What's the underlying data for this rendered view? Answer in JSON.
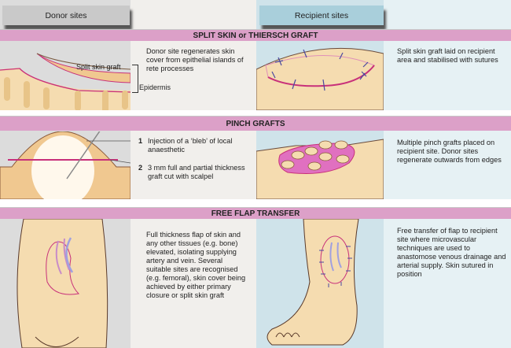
{
  "headers": {
    "donor": "Donor sites",
    "recipient": "Recipient sites"
  },
  "sections": [
    {
      "title": "SPLIT SKIN or THIERSCH GRAFT",
      "donor_text": "Donor site regenerates skin cover from epithelial islands of rete processes",
      "recipient_text": "Split skin graft laid on recipient area and stabilised with sutures",
      "labels": {
        "graft": "Split skin graft",
        "epidermis": "Epidermis"
      }
    },
    {
      "title": "PINCH GRAFTS",
      "steps": [
        {
          "num": "1",
          "text": "Injection of a ‘bleb’ of local anaesthetic"
        },
        {
          "num": "2",
          "text": "3 mm full and partial thickness graft cut with scalpel"
        }
      ],
      "recipient_text": "Multiple pinch grafts placed on recipient site. Donor sites regenerate outwards from edges"
    },
    {
      "title": "FREE FLAP TRANSFER",
      "donor_text": "Full thickness flap of skin and any other tissues (e.g. bone) elevated, isolating supplying artery and vein. Several suitable sites are recognised (e.g. femoral), skin cover being achieved by either primary closure or split skin graft",
      "recipient_text": "Free transfer of flap to recipient site where microvascular techniques are used to anastomose venous drainage and arterial supply. Skin sutured in position"
    }
  ],
  "colors": {
    "band": "#dca0c8",
    "skin": "#f5dcb0",
    "graft": "#c8307a",
    "suture": "#4a4aa0"
  }
}
